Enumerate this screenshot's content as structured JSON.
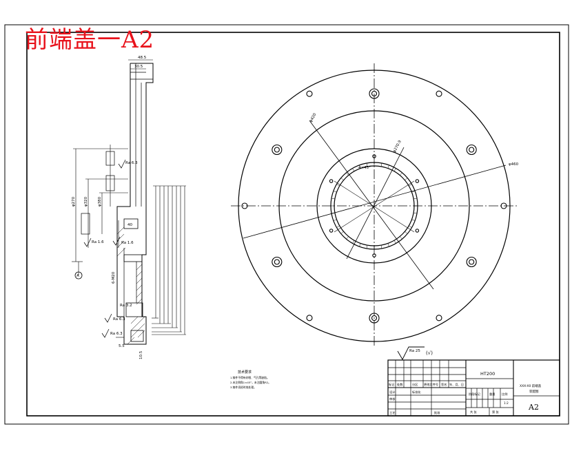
{
  "drawing": {
    "title": "前端盖一A2",
    "material": "HT200",
    "sheet_size": "A2",
    "scale": "1:2",
    "part_caption_line1": "XXX-X0 前端盖",
    "part_caption_line2": "装配图",
    "roughness_symbol": "Ra 25",
    "roughness_paren": "(√)",
    "colors": {
      "title": "#e8121b",
      "line": "#000000",
      "center_line": "#000000",
      "background": "#ffffff"
    }
  },
  "title_block": {
    "row1": [
      "标记",
      "处数",
      "分区",
      "更改文件号",
      "签名",
      "年、月、日"
    ],
    "design_label": "设计",
    "standard_label": "标准化",
    "review_label": "审核",
    "process_label": "工艺",
    "approve_label": "批准",
    "stage_label": "阶段标记",
    "weight_label": "重量",
    "scale_label": "比例",
    "sheet_count": "共 张",
    "sheet_no": "第 张"
  },
  "tech_notes": {
    "heading": "技术要求",
    "lines": [
      "1.铸件不得有砂眼、气孔等缺陷。",
      "2.未注倒角1×45°，未注圆角R2。",
      "3.铸件须经时效处理。"
    ]
  },
  "dimensions": {
    "front": [
      "φ460",
      "φ270.9",
      "φ420",
      "4×45°"
    ],
    "section": [
      "48.5",
      "30.5",
      "40",
      "Ra 1.6",
      "Ra 1.6",
      "Ra 6.3",
      "Ra 6.3",
      "Ra 6.3",
      "6-M20",
      "Ra 3.2",
      "A",
      "φ270",
      "φ320",
      "φ380",
      "5.5",
      "10.5"
    ]
  }
}
